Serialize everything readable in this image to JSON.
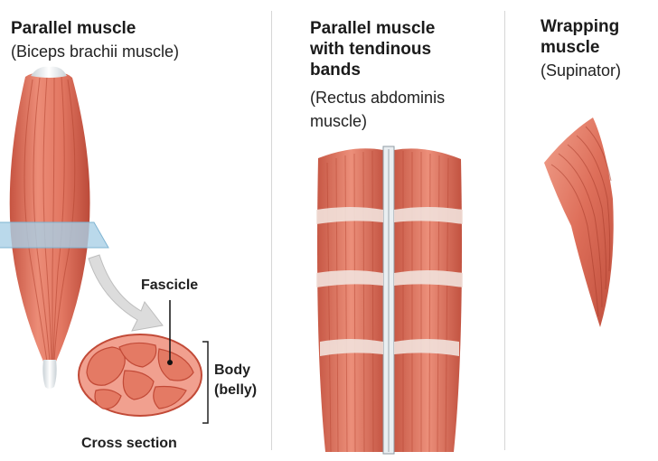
{
  "panels": [
    {
      "title": "Parallel muscle",
      "subtitle": "(Biceps brachii muscle)",
      "labels": {
        "fascicle": "Fascicle",
        "body_line1": "Body",
        "body_line2": "(belly)",
        "cross_section": "Cross section"
      }
    },
    {
      "title_line1": "Parallel muscle",
      "title_line2": "with tendinous",
      "title_line3": "bands",
      "subtitle_line1": "(Rectus abdominis",
      "subtitle_line2": "muscle)"
    },
    {
      "title_line1": "Wrapping",
      "title_line2": "muscle",
      "subtitle": "(Supinator)"
    }
  ],
  "colors": {
    "muscle": "#e07a66",
    "muscle_dark": "#c4503f",
    "muscle_light": "#f2a493",
    "tendon": "#eef2f4",
    "plane": "#a9cfe6",
    "arrow": "#d4d4d4"
  }
}
